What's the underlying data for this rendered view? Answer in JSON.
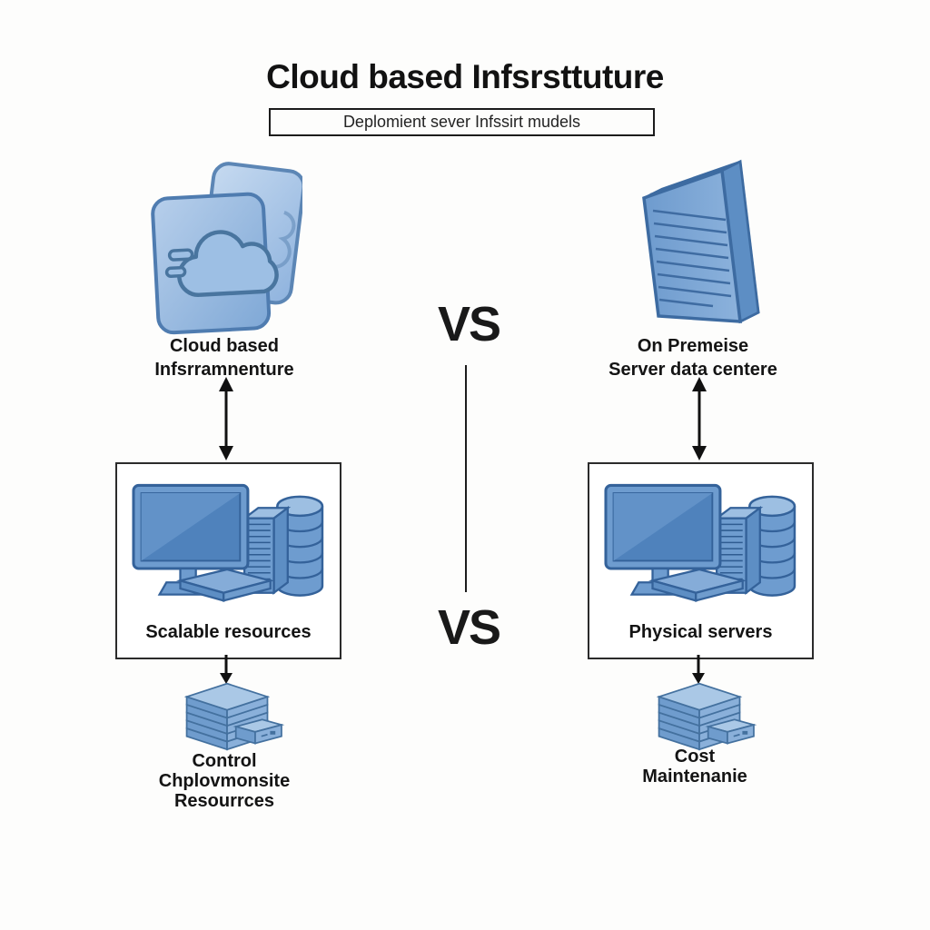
{
  "title": "Cloud based Infsrsttuture",
  "subtitle": "Deplomient sever Infssirt mudels",
  "comparison": {
    "vs_top": "VS",
    "vs_bottom": "VS"
  },
  "left_column": {
    "heading": [
      "Cloud based",
      "Infsrramnenture"
    ],
    "box_label": "Scalable resources",
    "footer": [
      "Control",
      "Chplovmonsite",
      "Resourrces"
    ]
  },
  "right_column": {
    "heading": [
      "On Premeise",
      "Server data centere"
    ],
    "box_label": "Physical servers",
    "footer": [
      "Cost",
      "Maintenanie"
    ]
  },
  "icons": {
    "left_top": "cloud-app-stack-icon",
    "right_top": "document-server-icon",
    "left_box": "workstation-cluster-icon",
    "right_box": "workstation-cluster-icon",
    "left_bottom": "server-stack-icon",
    "right_bottom": "server-stack-icon"
  },
  "colors": {
    "background": "#fdfdfc",
    "text": "#151515",
    "line": "#1c1c1c",
    "icon_light": "#aac8e6",
    "icon_mid": "#7fa9d6",
    "icon_deep": "#5d8ec4",
    "icon_stroke": "#3d6ba1"
  }
}
